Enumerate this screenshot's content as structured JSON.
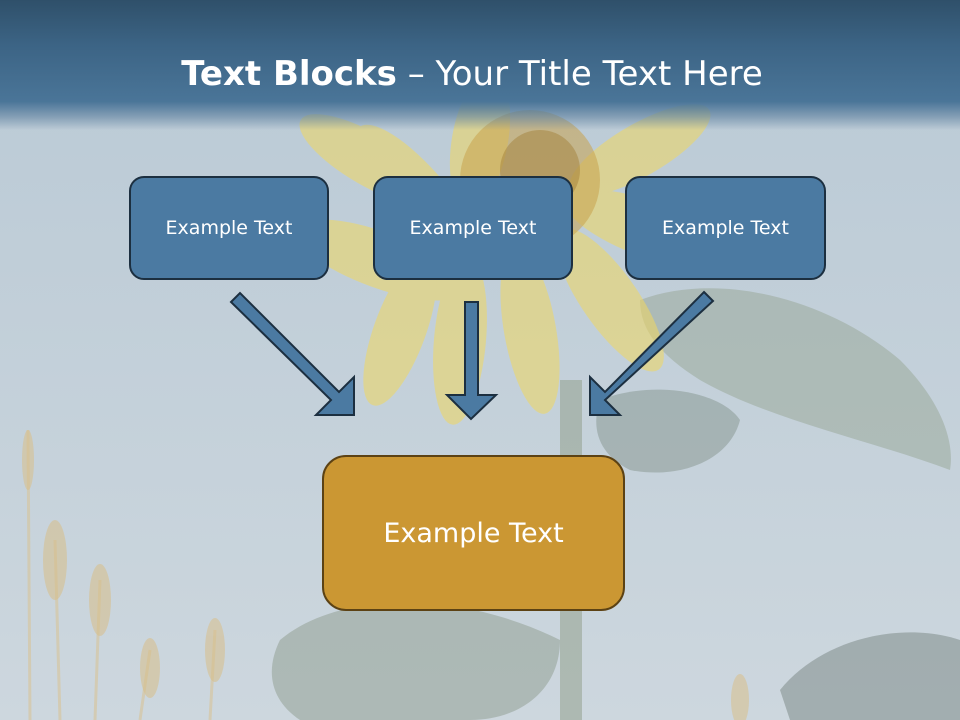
{
  "title": {
    "bold": "Text Blocks",
    "rest": " – Your Title Text Here"
  },
  "blocks": [
    {
      "label": "Example Text"
    },
    {
      "label": "Example Text"
    },
    {
      "label": "Example Text"
    }
  ],
  "result_block": {
    "label": "Example Text"
  },
  "colors": {
    "title_bar": "#3c6485",
    "block_fill": "#4b7aa2",
    "block_border": "#1c2f40",
    "result_fill": "#cb9733",
    "result_border": "#5c4214",
    "arrow_fill": "#4b7aa2"
  }
}
